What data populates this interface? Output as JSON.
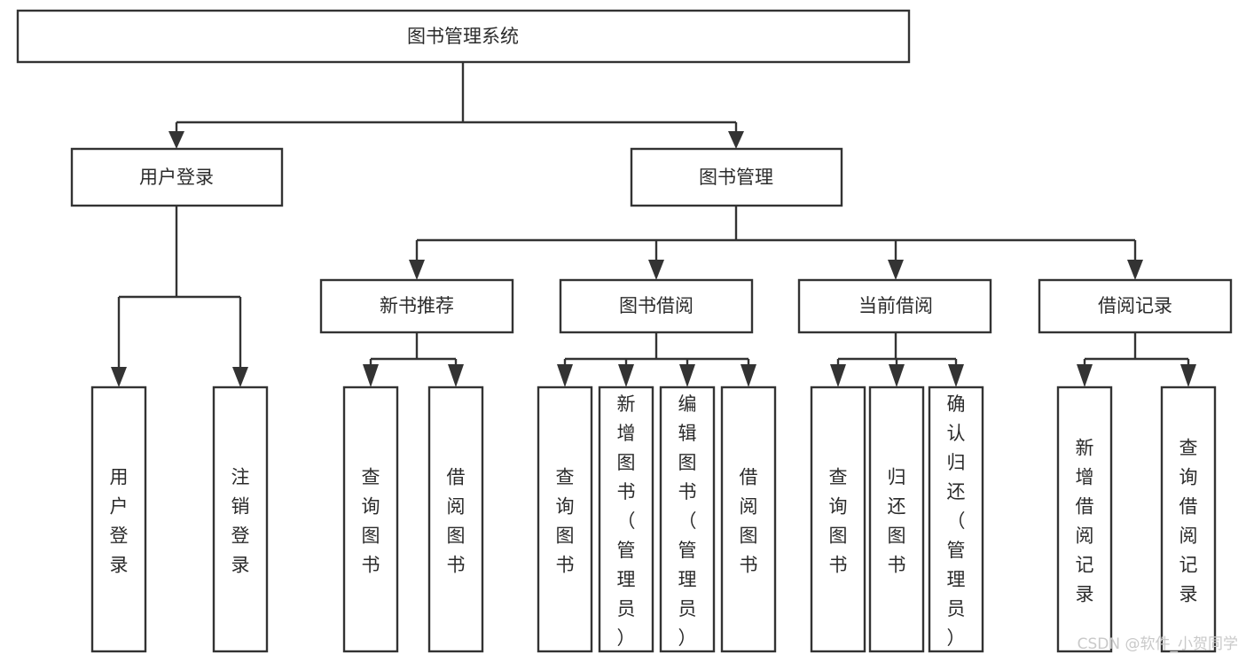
{
  "diagram": {
    "type": "tree-hierarchy",
    "title": "图书管理系统",
    "watermark": "CSDN @软件_小贺同学",
    "colors": {
      "box_stroke": "#333333",
      "box_fill": "#ffffff",
      "text": "#2b2b2b",
      "background": "#ffffff",
      "watermark": "#c9c9c9"
    },
    "root": {
      "label": "图书管理系统",
      "orientation": "horizontal"
    },
    "level2": [
      {
        "label": "用户登录",
        "orientation": "horizontal"
      },
      {
        "label": "图书管理",
        "orientation": "horizontal"
      }
    ],
    "level3": [
      {
        "label": "新书推荐",
        "orientation": "horizontal"
      },
      {
        "label": "图书借阅",
        "orientation": "horizontal"
      },
      {
        "label": "当前借阅",
        "orientation": "horizontal"
      },
      {
        "label": "借阅记录",
        "orientation": "horizontal"
      }
    ],
    "leaves": {
      "user_login": [
        {
          "label": "用户登录",
          "orientation": "vertical"
        },
        {
          "label": "注销登录",
          "orientation": "vertical"
        }
      ],
      "new_book_recommend": [
        {
          "label": "查询图书",
          "orientation": "vertical"
        },
        {
          "label": "借阅图书",
          "orientation": "vertical"
        }
      ],
      "book_borrow": [
        {
          "label": "查询图书",
          "orientation": "vertical"
        },
        {
          "label": "新增图书（管理员）",
          "orientation": "vertical"
        },
        {
          "label": "编辑图书（管理员）",
          "orientation": "vertical"
        },
        {
          "label": "借阅图书",
          "orientation": "vertical"
        }
      ],
      "current_borrow": [
        {
          "label": "查询图书",
          "orientation": "vertical"
        },
        {
          "label": "归还图书",
          "orientation": "vertical"
        },
        {
          "label": "确认归还（管理员）",
          "orientation": "vertical"
        }
      ],
      "borrow_record": [
        {
          "label": "新增借阅记录",
          "orientation": "vertical"
        },
        {
          "label": "查询借阅记录",
          "orientation": "vertical"
        }
      ]
    }
  }
}
